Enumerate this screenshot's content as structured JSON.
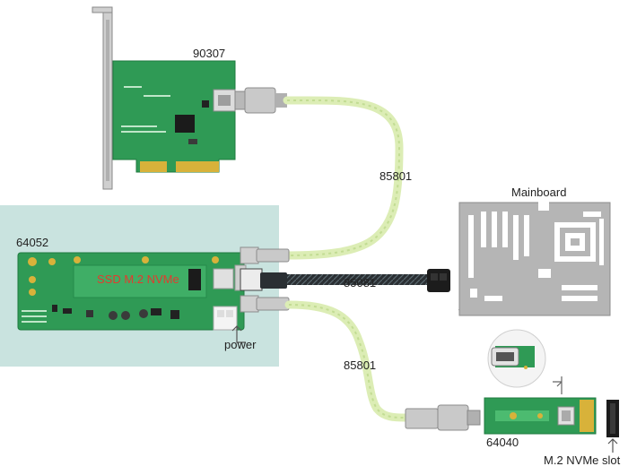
{
  "labels": {
    "card_top": "90307",
    "cable_top": "85801",
    "mainboard": "Mainboard",
    "card_left": "64052",
    "ssd_label": "SSD M.2 NVMe",
    "cable_mid": "85081",
    "power": "power",
    "cable_bottom": "85801",
    "adapter": "64040",
    "slot": "M.2 NVMe slot"
  },
  "colors": {
    "pcb": "#2f9a55",
    "pcb_dark": "#1f7a3f",
    "gold": "#d8b23a",
    "panel_bg": "#c9e3df",
    "cable_green": "#dcedb5",
    "cable_black": "#2a2f33",
    "connector_grey": "#c9c9c9",
    "mainboard_grey": "#b5b5b5",
    "ssd_text": "#e23b2e"
  }
}
